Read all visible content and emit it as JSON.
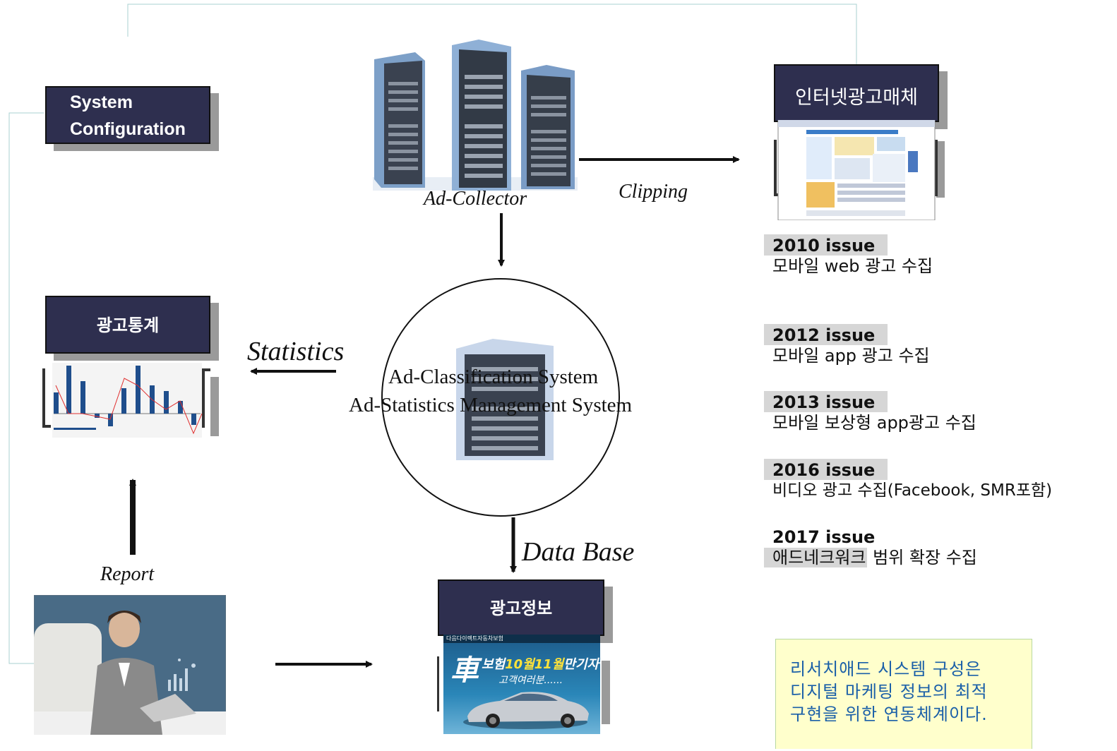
{
  "boxes": {
    "system_configuration": "System\nConfiguration",
    "ad_statistics": "광고통계",
    "internet_ad_media": "인터넷광고매체",
    "ad_info": "광고정보"
  },
  "labels": {
    "ad_collector": "Ad-Collector",
    "clipping": "Clipping",
    "statistics": "Statistics",
    "report": "Report",
    "data_base": "Data Base",
    "classification_line1": "Ad-Classification System",
    "classification_line2": "Ad-Statistics Management System"
  },
  "issues": [
    {
      "year": "2010 issue",
      "desc": "모바일 web 광고 수집"
    },
    {
      "year": "2012 issue",
      "desc": "모바일 app 광고 수집"
    },
    {
      "year": "2013 issue",
      "desc": "모바일 보상형 app광고 수집"
    },
    {
      "year": "2016 issue",
      "desc": "비디오 광고 수집(Facebook, SMR포함)"
    },
    {
      "year": "2017 issue",
      "desc_highlight": "애드네크워크",
      "desc_rest": " 범위 확장 수집"
    }
  ],
  "ad_banner": {
    "header": "다음다이렉트자동차보험",
    "kanji": "車",
    "line1_a": "보험",
    "line1_b": "10월11월",
    "line1_c": "만기자",
    "line2": "고객여러분......"
  },
  "note": "리서치애드 시스템 구성은\n디지털 마케팅 정보의 최적\n구현을 위한 연동체계이다.",
  "colors": {
    "navy_box": "#2e2f4f",
    "shadow": "#9a9a9a",
    "note_bg": "#ffffcc",
    "note_text": "#1a5fa8",
    "issue_bg": "#d6d6d6",
    "bar_blue": "#1f4e8c",
    "line_red": "#e03030"
  }
}
